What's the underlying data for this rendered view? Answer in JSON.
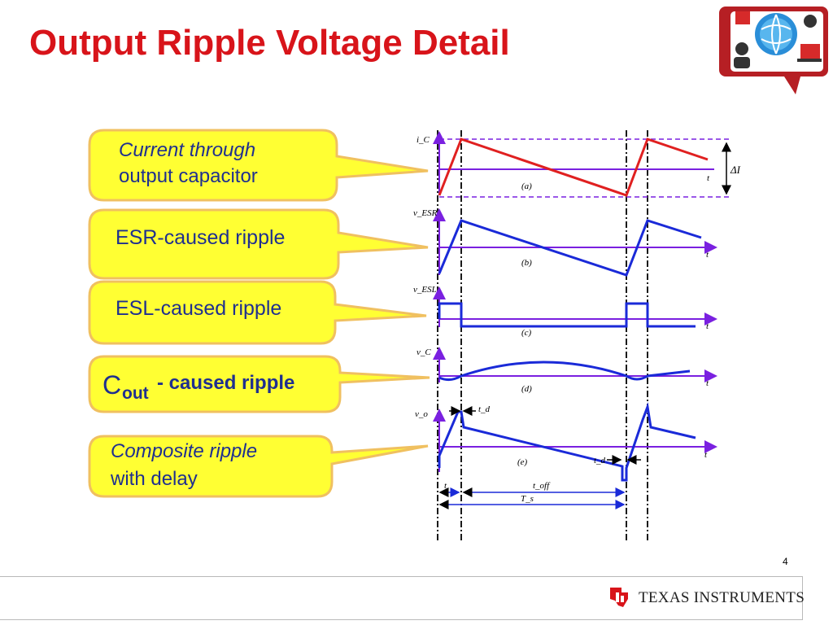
{
  "slide": {
    "title": "Output Ripple Voltage Detail",
    "slide_number": "4",
    "company": "TEXAS INSTRUMENTS"
  },
  "callouts": [
    {
      "line1": "Current through",
      "line2": "output capacitor",
      "style": "italic"
    },
    {
      "line1": "ESR-caused ripple",
      "style": "normal"
    },
    {
      "line1": "ESL-caused ripple",
      "style": "normal"
    },
    {
      "main": "C",
      "sub": "out",
      "rest": " - caused ripple",
      "style": "normal"
    },
    {
      "line1": "Composite ripple",
      "line2": "with delay",
      "style": "italic"
    }
  ],
  "waveform_labels": {
    "ic": "i_C",
    "vesr": "v_ESR",
    "vesl": "v_ESL",
    "vc": "v_C",
    "vo": "v_o",
    "a": "(a)",
    "b": "(b)",
    "c": "(c)",
    "d": "(d)",
    "e": "(e)",
    "t": "t",
    "delta_i": "ΔI",
    "td": "t_d",
    "t_on": "t",
    "t_off": "t_off",
    "ts": "T_s"
  },
  "colors": {
    "title": "#d8141a",
    "callout_fill": "#ffff33",
    "callout_border": "#f0c060",
    "callout_text": "#1f2f8f",
    "current_wave": "#e02020",
    "voltage_wave": "#1a2ad8",
    "axis": "#7a20e0"
  }
}
